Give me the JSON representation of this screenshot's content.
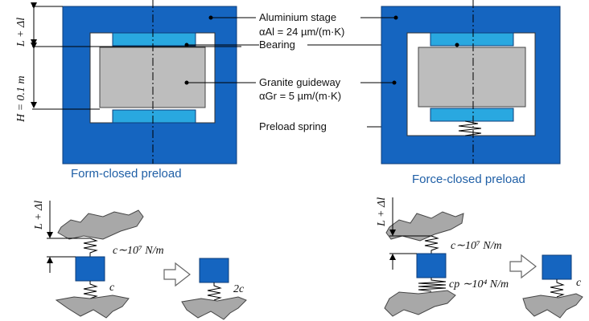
{
  "labels": {
    "stage_name": "Aluminium stage",
    "stage_cte": "αAl = 24 µm/(m·K)",
    "bearing": "Bearing",
    "guideway_name": "Granite guideway",
    "guideway_cte": "αGr = 5 µm/(m·K)",
    "preload_spring": "Preload spring",
    "dim_gap": "L + Δl",
    "dim_height": "H = 0.1 m"
  },
  "captions": {
    "form_closed": "Form-closed preload",
    "force_closed": "Force-closed preload"
  },
  "models": {
    "left": {
      "dim_gap": "L + Δl",
      "top_stiffness": "c∼10⁷ N/m",
      "bottom_stiffness": "c",
      "result_stiffness": "2c"
    },
    "right": {
      "dim_gap": "L + Δl",
      "top_stiffness": "c∼10⁷ N/m",
      "spring_stiffness": "cp ∼10⁴ N/m",
      "result_stiffness": "c"
    }
  },
  "colors": {
    "stage": "#1565c0",
    "bearing": "#29a8e0",
    "guideway": "#bdbdbd",
    "ground": "#a8a8a8",
    "caption": "#1f5fa6"
  }
}
